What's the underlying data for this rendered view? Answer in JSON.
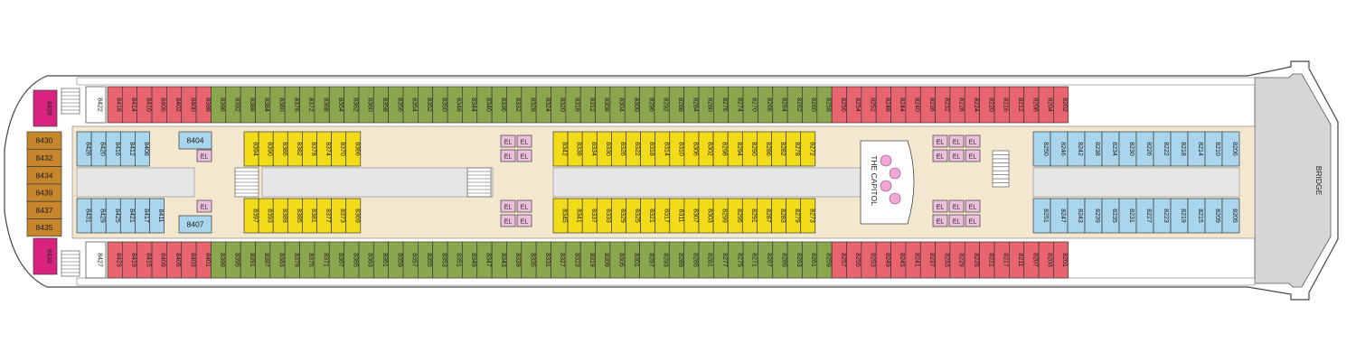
{
  "colors": {
    "red": "#e8646f",
    "green": "#8aa64e",
    "blue": "#a9d6ec",
    "yellow": "#f2dc1a",
    "orange": "#c7852c",
    "magenta": "#d9247f",
    "pink": "#ecbfdc",
    "cream": "#f3e7cf",
    "hull": "#ffffff",
    "bow": "#d6d6d6",
    "inner": "#e6e6e6",
    "capitol": "#f2a6d6"
  },
  "labels": {
    "bridge": "BRIDGE",
    "capitol": "THE CAPITOL",
    "elevator": "EL"
  },
  "top_outer": {
    "green": [
      "8396",
      "8392",
      "8388",
      "8384",
      "8380",
      "8376",
      "8372",
      "8368",
      "8364",
      "8362",
      "8360",
      "8358",
      "8356",
      "8354",
      "8352",
      "8350",
      "8348",
      "8344",
      "8340",
      "8336",
      "8332",
      "8328",
      "8324",
      "8320",
      "8316",
      "8312",
      "8308",
      "8304",
      "8300",
      "8296",
      "8292",
      "8288",
      "8284",
      "8280",
      "8276",
      "8274",
      "8270",
      "8266",
      "8264",
      "8262",
      "8260",
      "8258"
    ],
    "red_aft": [
      "8418",
      "8414",
      "8410",
      "8406",
      "8402",
      "8400",
      "8398"
    ],
    "red_fwd": [
      "8256",
      "8254",
      "8252",
      "8248",
      "8244",
      "8240",
      "8236",
      "8232",
      "8228",
      "8224",
      "8220",
      "8216",
      "8212",
      "8208",
      "8204",
      "8202"
    ]
  },
  "bottom_outer": {
    "green": [
      "8399",
      "8395",
      "8391",
      "8387",
      "8383",
      "8379",
      "8375",
      "8371",
      "8367",
      "8365",
      "8363",
      "8361",
      "8359",
      "8357",
      "8355",
      "8353",
      "8351",
      "8349",
      "8347",
      "8343",
      "8339",
      "8335",
      "8331",
      "8327",
      "8323",
      "8319",
      "8309",
      "8305",
      "8301",
      "8297",
      "8293",
      "8289",
      "8285",
      "8281",
      "8277",
      "8275",
      "8271",
      "8267",
      "8265",
      "8263",
      "8261",
      "8259"
    ],
    "red_aft": [
      "8423",
      "8419",
      "8415",
      "8409",
      "8405",
      "8403",
      "8401"
    ],
    "red_fwd": [
      "8257",
      "8255",
      "8253",
      "8249",
      "8245",
      "8241",
      "8237",
      "8233",
      "8229",
      "8225",
      "8221",
      "8217",
      "8211",
      "8207",
      "8203",
      "8201"
    ]
  },
  "aft_specials": {
    "top_grey": "8422",
    "bottom_grey": "8427",
    "magenta_top": "8428",
    "magenta_bottom": "8433",
    "orange": [
      "8430",
      "8432",
      "8434",
      "8439",
      "8437",
      "8435"
    ]
  },
  "inner_top": {
    "blue_aft": [
      "8426",
      "8420",
      "8416",
      "8412",
      "8408"
    ],
    "box_8404": "8404",
    "yellow_a": [
      "8394",
      "8390",
      "8386",
      "8382",
      "8378",
      "8374",
      "8370",
      "8366"
    ],
    "yellow_b": [
      "8342",
      "8338",
      "8334",
      "8330",
      "8326",
      "8322",
      "8318",
      "8314",
      "8310",
      "8306",
      "8302",
      "8298",
      "8294",
      "8290",
      "8286",
      "8282",
      "8278",
      "8272"
    ],
    "blue_fwd": [
      "8250",
      "8246",
      "8242",
      "8238",
      "8234",
      "8230",
      "8226",
      "8222",
      "8218",
      "8214",
      "8210",
      "8206"
    ]
  },
  "inner_bottom": {
    "blue_aft": [
      "8431",
      "8429",
      "8425",
      "8421",
      "8417",
      "8411"
    ],
    "box_8407": "8407",
    "yellow_a": [
      "8397",
      "8393",
      "8389",
      "8385",
      "8381",
      "8377",
      "8373",
      "8369"
    ],
    "yellow_b": [
      "8345",
      "8341",
      "8337",
      "8333",
      "8329",
      "8325",
      "8321",
      "8317",
      "8311",
      "8307",
      "8303",
      "8299",
      "8295",
      "8291",
      "8287",
      "8283",
      "8279",
      "8273"
    ],
    "blue_fwd": [
      "8251",
      "8247",
      "8243",
      "8239",
      "8235",
      "8231",
      "8227",
      "8223",
      "8219",
      "8215",
      "8209",
      "8205"
    ]
  }
}
